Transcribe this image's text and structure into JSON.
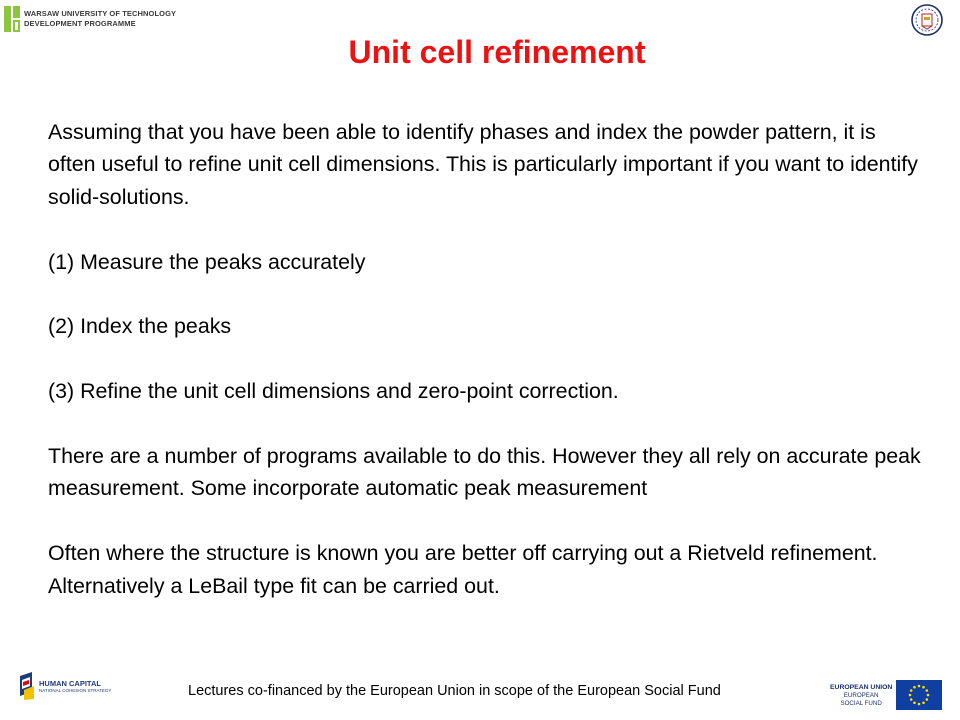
{
  "header": {
    "institution_line1": "WARSAW UNIVERSITY OF TECHNOLOGY",
    "institution_line2": "DEVELOPMENT PROGRAMME"
  },
  "slide": {
    "title": "Unit cell refinement",
    "paragraphs": {
      "intro": "Assuming that you have been able to identify phases and index the powder pattern, it is often useful to refine unit cell dimensions. This is particularly important if you want to identify solid-solutions.",
      "step1": "(1) Measure the peaks accurately",
      "step2": "(2) Index the peaks",
      "step3": "(3) Refine the unit cell dimensions and zero-point correction.",
      "programs": "There are a number of programs available to do this. However they all rely on accurate peak measurement. Some incorporate automatic peak measurement",
      "rietveld": "Often where the structure is known you are better off carrying out a Rietveld refinement.  Alternatively a LeBail type fit can be carried out."
    }
  },
  "footer": {
    "note": "Lectures co-financed by the European Union in scope of the European Social Fund",
    "human_capital_line1": "HUMAN CAPITAL",
    "human_capital_line2": "NATIONAL COHESION STRATEGY",
    "eu_line1": "EUROPEAN UNION",
    "eu_line2": "EUROPEAN",
    "eu_line3": "SOCIAL FUND"
  },
  "colors": {
    "title": "#ee1111",
    "wut_green": "#8cc63f",
    "eu_blue": "#0f3fa1",
    "eu_star": "#ffdd00",
    "hc_red": "#e30613",
    "hc_navy": "#1d3c7a"
  },
  "icons": {
    "header_left": "wut-logo-icon",
    "header_right": "university-seal-icon",
    "footer_left": "human-capital-logo-icon",
    "footer_right": "eu-flag-icon"
  }
}
